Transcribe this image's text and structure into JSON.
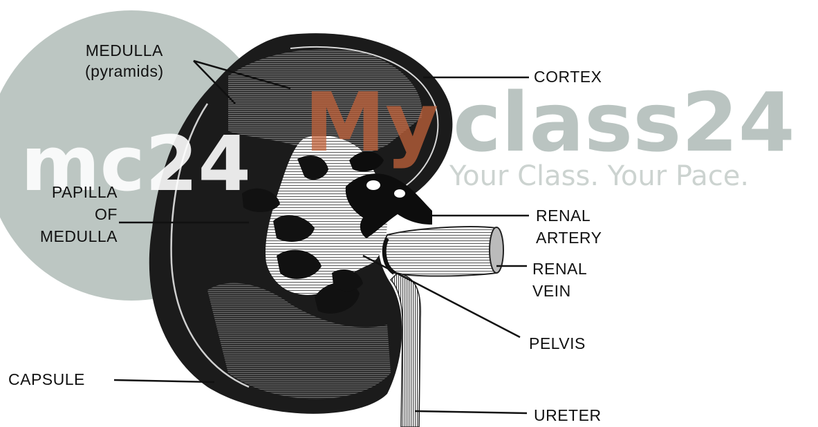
{
  "watermark": {
    "logo_text": "mc24",
    "brand_part1": "My",
    "brand_part2": "class24",
    "tagline": "Your Class. Your Pace.",
    "colors": {
      "grey": "#a9b6b2",
      "orange": "#c1623a"
    }
  },
  "labels": {
    "medulla_line1": "MEDULLA",
    "medulla_line2": "(pyramids)",
    "cortex": "CORTEX",
    "papilla_line1": "PAPILLA",
    "papilla_line2": "OF",
    "papilla_line3": "MEDULLA",
    "renal_artery_line1": "RENAL",
    "renal_artery_line2": "ARTERY",
    "renal_vein_line1": "RENAL",
    "renal_vein_line2": "VEIN",
    "pelvis": "PELVIS",
    "capsule": "CAPSULE",
    "ureter": "URETER"
  }
}
